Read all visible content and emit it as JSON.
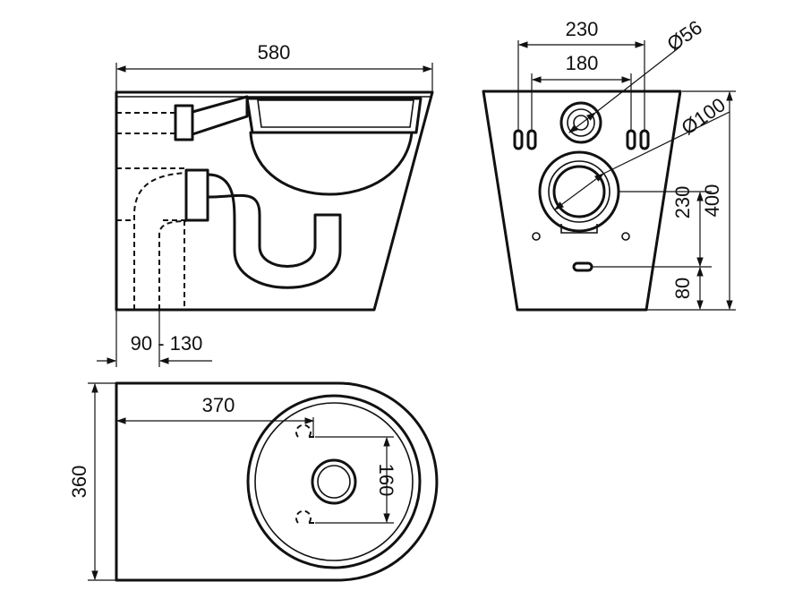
{
  "colors": {
    "line": "#111111",
    "background": "#ffffff"
  },
  "dimensions": {
    "overall_length": "580",
    "outlet_range": "90 - 130",
    "top_length": "370",
    "width": "360",
    "bolt_spacing_top": "160",
    "rear_outer": "230",
    "rear_inner": "180",
    "inlet_diameter": "Ø56",
    "outlet_diameter": "Ø100",
    "height_total": "400",
    "height_outlet": "230",
    "height_bottom": "80"
  }
}
